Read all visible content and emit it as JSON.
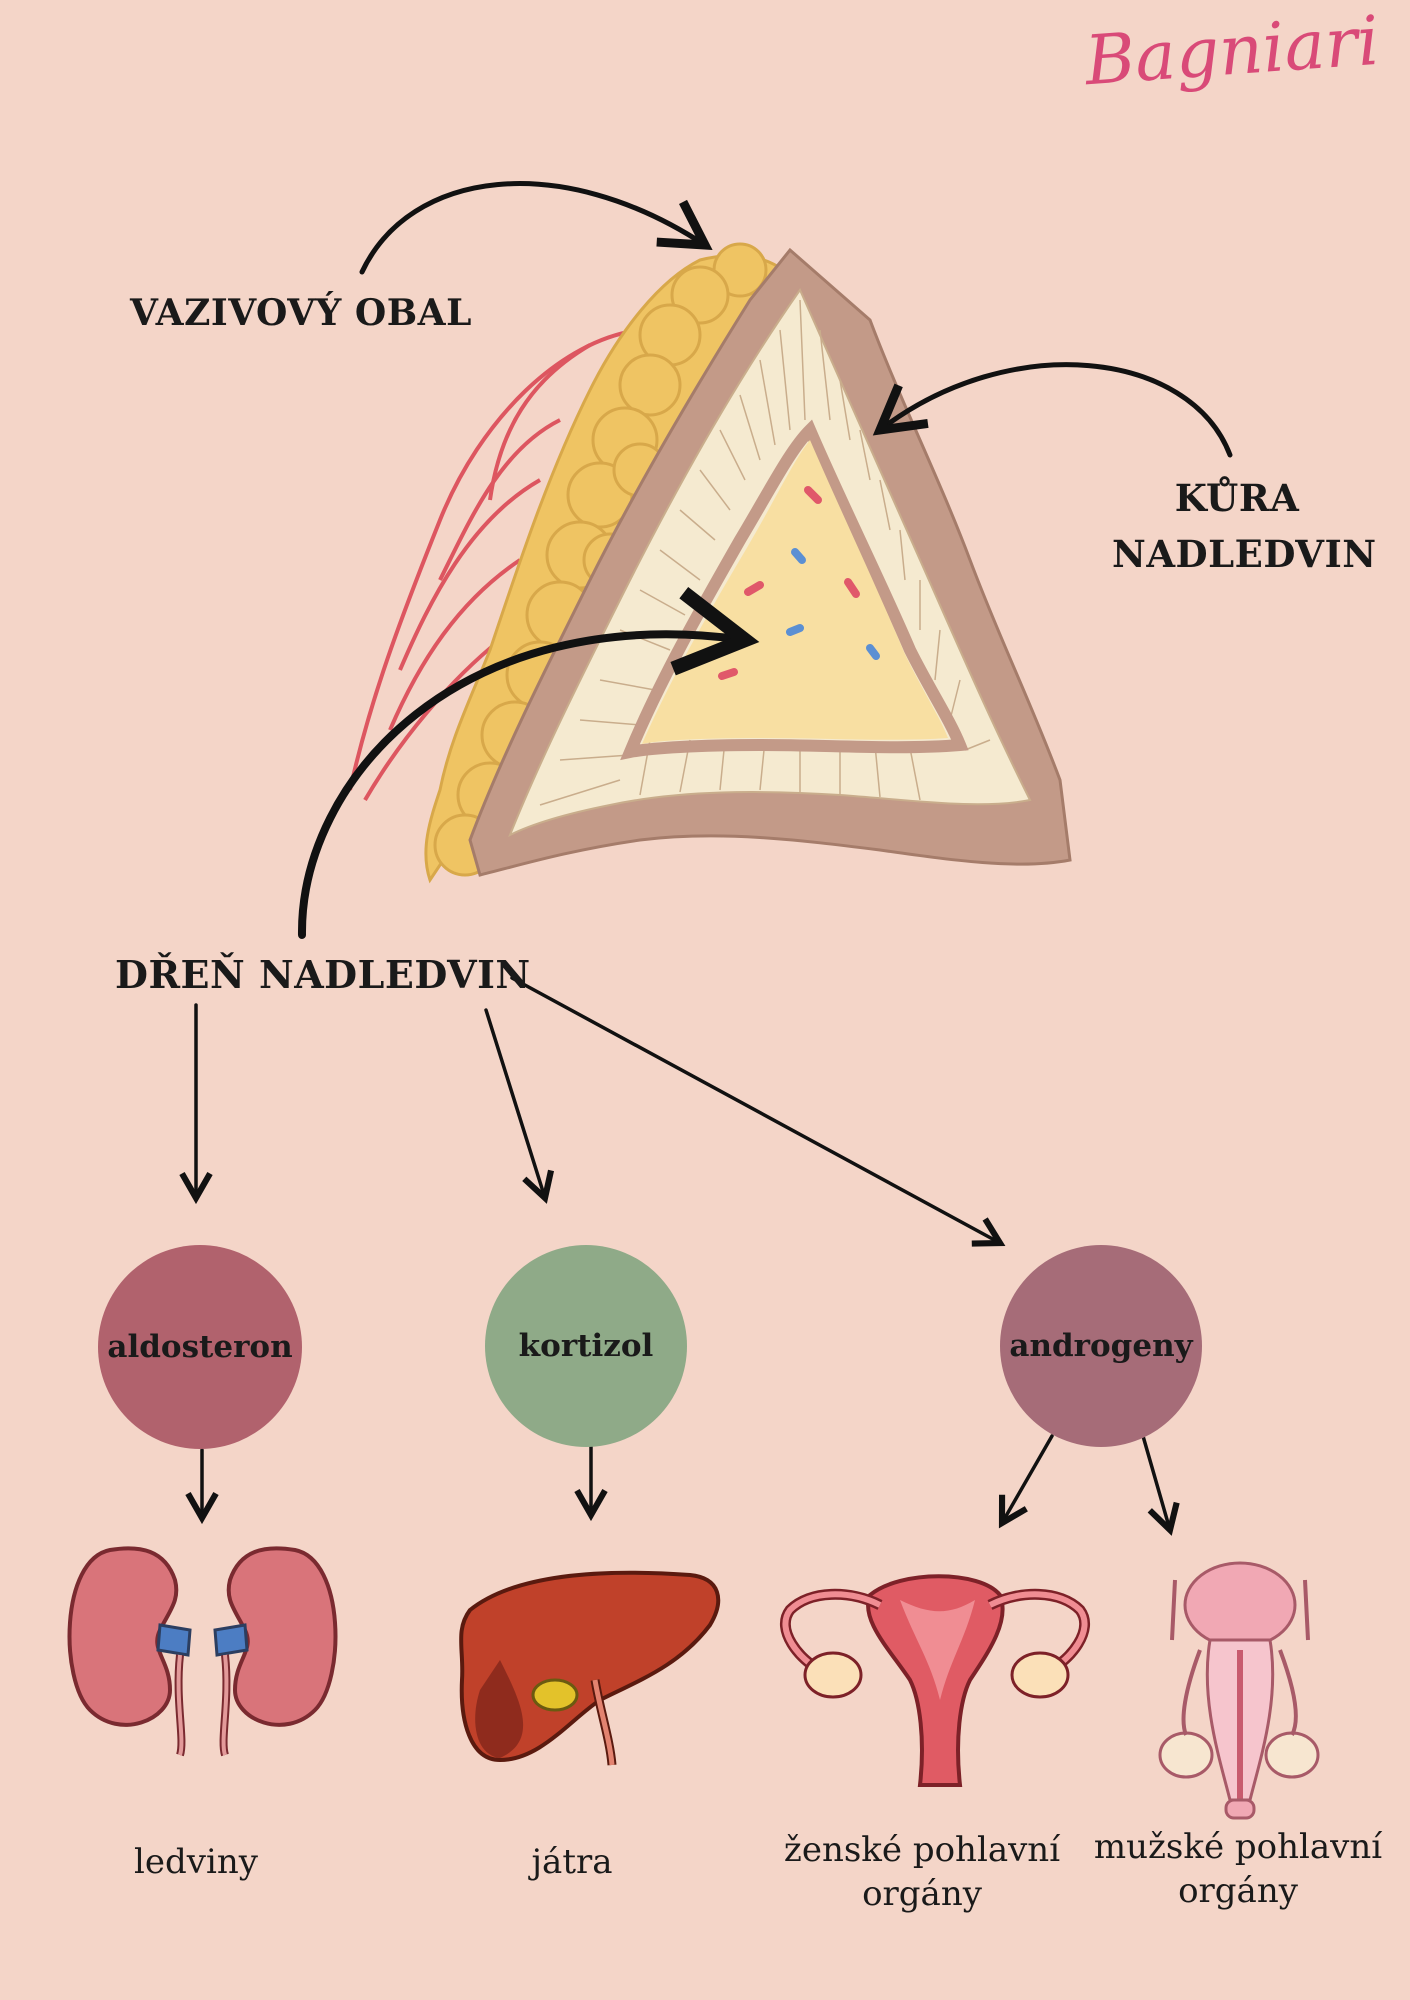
{
  "signature": "Bagniari",
  "labels": {
    "capsule": "VAZIVOVÝ OBAL",
    "cortex_line1": "KŮRA",
    "cortex_line2": "NADLEDVIN",
    "medulla": "DŘEŇ NADLEDVIN"
  },
  "hormones": [
    {
      "name": "aldosteron",
      "color": "#b1626d"
    },
    {
      "name": "kortizol",
      "color": "#8faa88"
    },
    {
      "name": "androgeny",
      "color": "#a66c78"
    }
  ],
  "organs": [
    {
      "line1": "ledviny",
      "line2": "",
      "icon": "kidneys-icon"
    },
    {
      "line1": "játra",
      "line2": "",
      "icon": "liver-icon"
    },
    {
      "line1": "ženské pohlavní",
      "line2": "orgány",
      "icon": "uterus-icon"
    },
    {
      "line1": "mužské pohlavní",
      "line2": "orgány",
      "icon": "male-reproductive-icon"
    }
  ],
  "colors": {
    "background": "#f4d5c8",
    "arrow": "#111111",
    "signature": "#d94a78"
  }
}
